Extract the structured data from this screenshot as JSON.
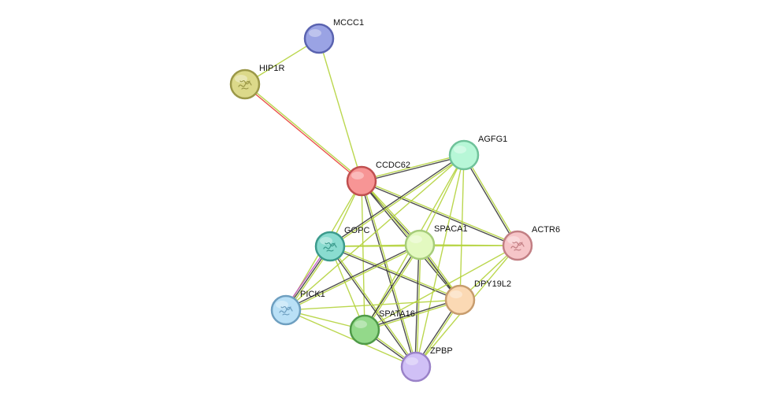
{
  "nodes": [
    {
      "id": "MCCC1",
      "label": "MCCC1",
      "fill": "#9aa3e4",
      "stroke": "#5a63b0",
      "icon": ""
    },
    {
      "id": "HIP1R",
      "label": "HIP1R",
      "fill": "#dcd98a",
      "stroke": "#9b9848",
      "icon": "protein-structure-icon"
    },
    {
      "id": "CCDC62",
      "label": "CCDC62",
      "fill": "#f79595",
      "stroke": "#c04f4f",
      "icon": ""
    },
    {
      "id": "AGFG1",
      "label": "AGFG1",
      "fill": "#b7f7d7",
      "stroke": "#6fc29a",
      "icon": ""
    },
    {
      "id": "GOPC",
      "label": "GOPC",
      "fill": "#8adcd0",
      "stroke": "#3b9a8c",
      "icon": "protein-structure-icon"
    },
    {
      "id": "SPACA1",
      "label": "SPACA1",
      "fill": "#e3f9c0",
      "stroke": "#a6cc7a",
      "icon": ""
    },
    {
      "id": "ACTR6",
      "label": "ACTR6",
      "fill": "#f6c5c8",
      "stroke": "#c27f84",
      "icon": "protein-structure-icon"
    },
    {
      "id": "DPY19L2",
      "label": "DPY19L2",
      "fill": "#fbd9b4",
      "stroke": "#c79c6d",
      "icon": ""
    },
    {
      "id": "PICK1",
      "label": "PICK1",
      "fill": "#b9e0f6",
      "stroke": "#6e9fc0",
      "icon": "protein-structure-icon"
    },
    {
      "id": "SPATA16",
      "label": "SPATA16",
      "fill": "#93d98a",
      "stroke": "#4f9a48",
      "icon": ""
    },
    {
      "id": "ZPBP",
      "label": "ZPBP",
      "fill": "#d0c0f6",
      "stroke": "#9a82c8",
      "icon": ""
    }
  ],
  "edges": [
    {
      "source": "MCCC1",
      "target": "HIP1R",
      "colors": [
        "#b4d33c"
      ]
    },
    {
      "source": "MCCC1",
      "target": "CCDC62",
      "colors": [
        "#b4d33c"
      ]
    },
    {
      "source": "HIP1R",
      "target": "CCDC62",
      "colors": [
        "#b4d33c",
        "#e8433a"
      ]
    },
    {
      "source": "CCDC62",
      "target": "AGFG1",
      "colors": [
        "#b4d33c",
        "#3a3a3a"
      ]
    },
    {
      "source": "CCDC62",
      "target": "GOPC",
      "colors": [
        "#b4d33c"
      ]
    },
    {
      "source": "CCDC62",
      "target": "SPACA1",
      "colors": [
        "#b4d33c",
        "#3a3a3a"
      ]
    },
    {
      "source": "CCDC62",
      "target": "ACTR6",
      "colors": [
        "#b4d33c",
        "#3a3a3a"
      ]
    },
    {
      "source": "CCDC62",
      "target": "DPY19L2",
      "colors": [
        "#b4d33c",
        "#3a3a3a"
      ]
    },
    {
      "source": "CCDC62",
      "target": "PICK1",
      "colors": [
        "#b4d33c"
      ]
    },
    {
      "source": "CCDC62",
      "target": "SPATA16",
      "colors": [
        "#b4d33c"
      ]
    },
    {
      "source": "CCDC62",
      "target": "ZPBP",
      "colors": [
        "#b4d33c",
        "#3a3a3a"
      ]
    },
    {
      "source": "AGFG1",
      "target": "GOPC",
      "colors": [
        "#b4d33c",
        "#3a3a3a"
      ]
    },
    {
      "source": "AGFG1",
      "target": "SPACA1",
      "colors": [
        "#b4d33c"
      ]
    },
    {
      "source": "AGFG1",
      "target": "ACTR6",
      "colors": [
        "#b4d33c",
        "#3a3a3a"
      ]
    },
    {
      "source": "AGFG1",
      "target": "DPY19L2",
      "colors": [
        "#b4d33c"
      ]
    },
    {
      "source": "AGFG1",
      "target": "PICK1",
      "colors": [
        "#b4d33c"
      ]
    },
    {
      "source": "AGFG1",
      "target": "SPATA16",
      "colors": [
        "#b4d33c"
      ]
    },
    {
      "source": "AGFG1",
      "target": "ZPBP",
      "colors": [
        "#b4d33c"
      ]
    },
    {
      "source": "GOPC",
      "target": "SPACA1",
      "colors": [
        "#b4d33c"
      ]
    },
    {
      "source": "GOPC",
      "target": "ACTR6",
      "colors": [
        "#b4d33c"
      ]
    },
    {
      "source": "GOPC",
      "target": "DPY19L2",
      "colors": [
        "#b4d33c",
        "#3a3a3a"
      ]
    },
    {
      "source": "GOPC",
      "target": "PICK1",
      "colors": [
        "#b4d33c",
        "#3a3a3a",
        "#c04fc4"
      ]
    },
    {
      "source": "GOPC",
      "target": "SPATA16",
      "colors": [
        "#b4d33c"
      ]
    },
    {
      "source": "GOPC",
      "target": "ZPBP",
      "colors": [
        "#b4d33c",
        "#3a3a3a"
      ]
    },
    {
      "source": "SPACA1",
      "target": "ACTR6",
      "colors": [
        "#b4d33c"
      ]
    },
    {
      "source": "SPACA1",
      "target": "DPY19L2",
      "colors": [
        "#b4d33c",
        "#3a3a3a"
      ]
    },
    {
      "source": "SPACA1",
      "target": "PICK1",
      "colors": [
        "#b4d33c",
        "#3a3a3a"
      ]
    },
    {
      "source": "SPACA1",
      "target": "SPATA16",
      "colors": [
        "#b4d33c",
        "#3a3a3a"
      ]
    },
    {
      "source": "SPACA1",
      "target": "ZPBP",
      "colors": [
        "#b4d33c",
        "#3a3a3a"
      ]
    },
    {
      "source": "ACTR6",
      "target": "DPY19L2",
      "colors": [
        "#b4d33c"
      ]
    },
    {
      "source": "ACTR6",
      "target": "SPATA16",
      "colors": [
        "#b4d33c"
      ]
    },
    {
      "source": "ACTR6",
      "target": "ZPBP",
      "colors": [
        "#b4d33c"
      ]
    },
    {
      "source": "DPY19L2",
      "target": "SPATA16",
      "colors": [
        "#b4d33c",
        "#3a3a3a"
      ]
    },
    {
      "source": "DPY19L2",
      "target": "ZPBP",
      "colors": [
        "#b4d33c",
        "#3a3a3a"
      ]
    },
    {
      "source": "PICK1",
      "target": "SPATA16",
      "colors": [
        "#b4d33c"
      ]
    },
    {
      "source": "PICK1",
      "target": "ZPBP",
      "colors": [
        "#b4d33c"
      ]
    },
    {
      "source": "PICK1",
      "target": "DPY19L2",
      "colors": [
        "#b4d33c"
      ]
    },
    {
      "source": "SPATA16",
      "target": "ZPBP",
      "colors": [
        "#b4d33c",
        "#3a3a3a"
      ]
    }
  ]
}
